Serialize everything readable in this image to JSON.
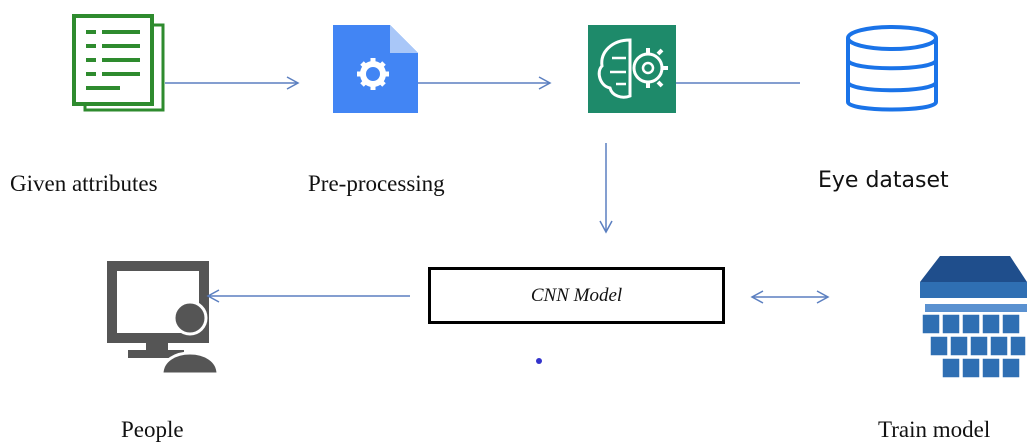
{
  "labels": {
    "given_attributes": "Given attributes",
    "pre_processing": "Pre-processing",
    "eye_dataset": "Eye dataset",
    "cnn_model": "CNN Model",
    "people": "People",
    "train_model": "Train model"
  },
  "colors": {
    "arrow": "#5b7fc0",
    "document_green": "#2e8b2e",
    "gear_doc_blue": "#4285f4",
    "ml_teal": "#1e8a6a",
    "database_blue": "#1a73e8",
    "stack_blue": "#2f6fb3",
    "person_gray": "#555555",
    "dot": "#3333cc"
  },
  "icons": {
    "attributes": "document-list-icon",
    "preprocessing": "gear-document-icon",
    "model": "brain-gear-icon",
    "dataset": "database-icon",
    "people": "computer-user-icon",
    "train": "cube-stack-icon"
  }
}
